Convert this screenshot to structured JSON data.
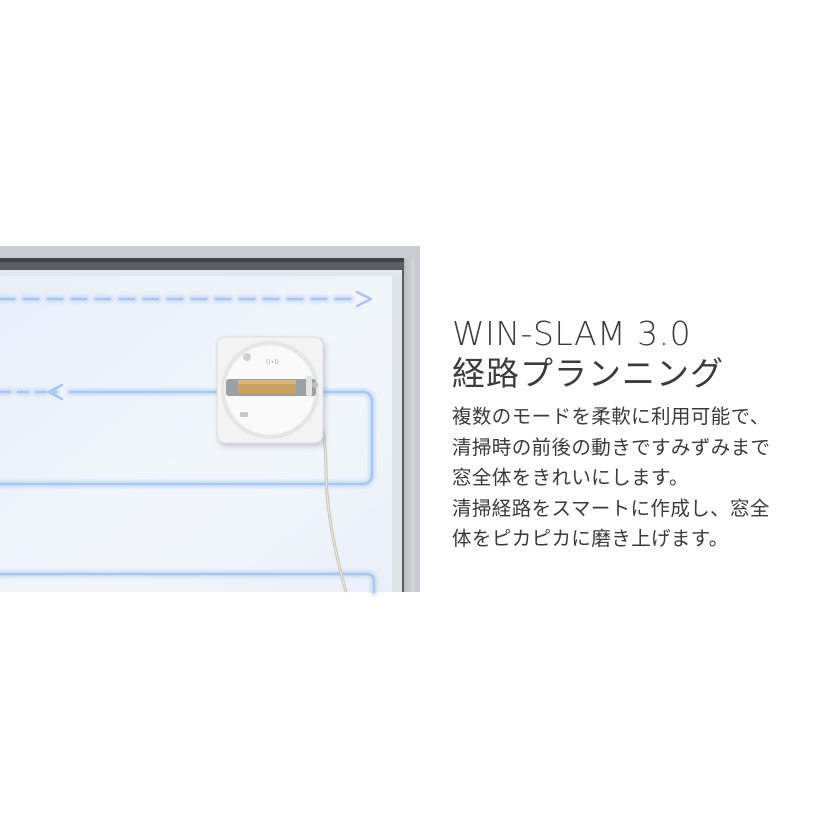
{
  "heading": {
    "line1": "WIN-SLAM 3.0",
    "line2": "経路プランニング"
  },
  "description": {
    "lines": [
      "複数のモードを柔軟に利用可能で、",
      "清掃時の前後の動きですみずみまで",
      "窓全体をきれいにします。",
      "清掃経路をスマートに作成し、窓全",
      "体をピカピカに磨き上げます。"
    ]
  },
  "colors": {
    "background": "#ffffff",
    "glass": "#eef3fb",
    "frame": "#3f4246",
    "path": "#a9c6f0",
    "robot_body": "#f2f2f2",
    "handle": "#c9a262"
  },
  "icons": {
    "robot": "window-cleaning-robot-icon",
    "arrows": "path-arrow-icon"
  }
}
